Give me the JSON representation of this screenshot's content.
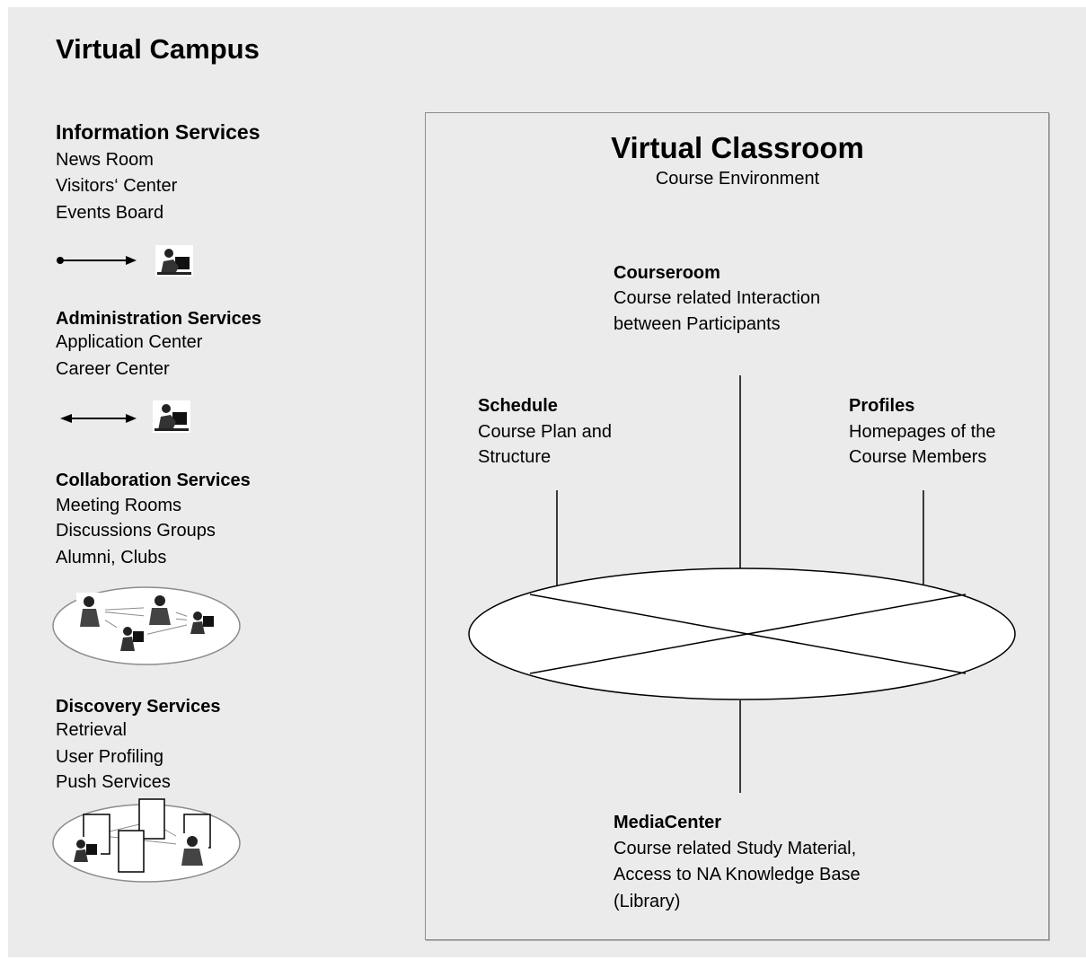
{
  "title": "Virtual Campus",
  "services": {
    "information": {
      "title": "Information Services",
      "items": [
        "News Room",
        "Visitors‘ Center",
        "Events Board"
      ]
    },
    "administration": {
      "title": "Administration Services",
      "items": [
        "Application Center",
        "Career Center"
      ]
    },
    "collaboration": {
      "title": "Collaboration Services",
      "items": [
        "Meeting Rooms",
        "Discussions Groups",
        "Alumni, Clubs"
      ]
    },
    "discovery": {
      "title": "Discovery Services",
      "items": [
        "Retrieval",
        "User Profiling",
        "Push Services"
      ]
    }
  },
  "classroom": {
    "title": "Virtual Classroom",
    "subtitle": "Course Environment",
    "courseroom": {
      "title": "Courseroom",
      "lines": [
        "Course related Interaction",
        "between Participants"
      ]
    },
    "schedule": {
      "title": "Schedule",
      "lines": [
        "Course Plan and",
        "Structure"
      ]
    },
    "profiles": {
      "title": "Profiles",
      "lines": [
        "Homepages of the",
        "Course Members"
      ]
    },
    "mediacenter": {
      "title": "MediaCenter",
      "lines": [
        "Course related Study Material,",
        "Access to NA Knowledge Base",
        "(Library)"
      ]
    }
  },
  "icons": [
    "person-at-computer-icon",
    "network-people-icon",
    "network-documents-icon"
  ]
}
